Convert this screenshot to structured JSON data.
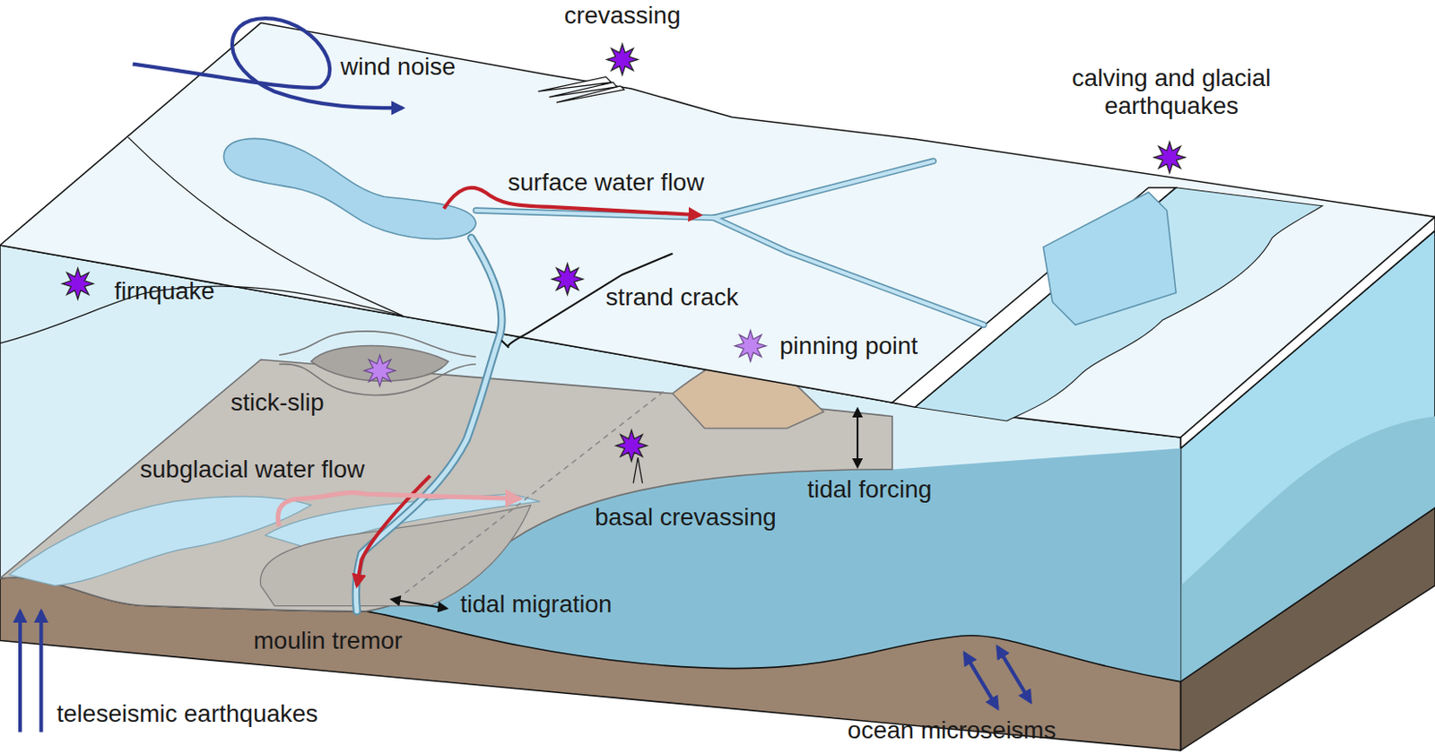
{
  "diagram": {
    "labels": [
      "crevassing",
      "wind noise",
      "calving and glacial earthquakes",
      "surface water flow",
      "firnquake",
      "strand crack",
      "pinning point",
      "stick-slip",
      "subglacial water flow",
      "tidal forcing",
      "basal crevassing",
      "tidal migration",
      "moulin tremor",
      "teleseismic earthquakes",
      "ocean microseisms"
    ]
  }
}
